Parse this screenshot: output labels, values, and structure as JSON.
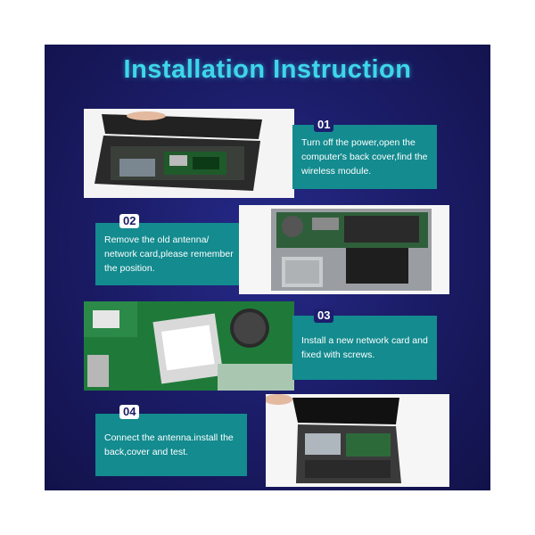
{
  "title": "Installation Instruction",
  "steps": [
    {
      "number": "01",
      "text": "Turn off the power,open the computer's back cover,find the wireless module."
    },
    {
      "number": "02",
      "text": "Remove the old antenna/ network card,please remember the position."
    },
    {
      "number": "03",
      "text": "Install a new network card and fixed with screws."
    },
    {
      "number": "04",
      "text": "Connect the antenna.install the back,cover and test."
    }
  ],
  "colors": {
    "background": "#1a1b64",
    "title": "#3ed6ea",
    "textbox": "#138b8f"
  }
}
